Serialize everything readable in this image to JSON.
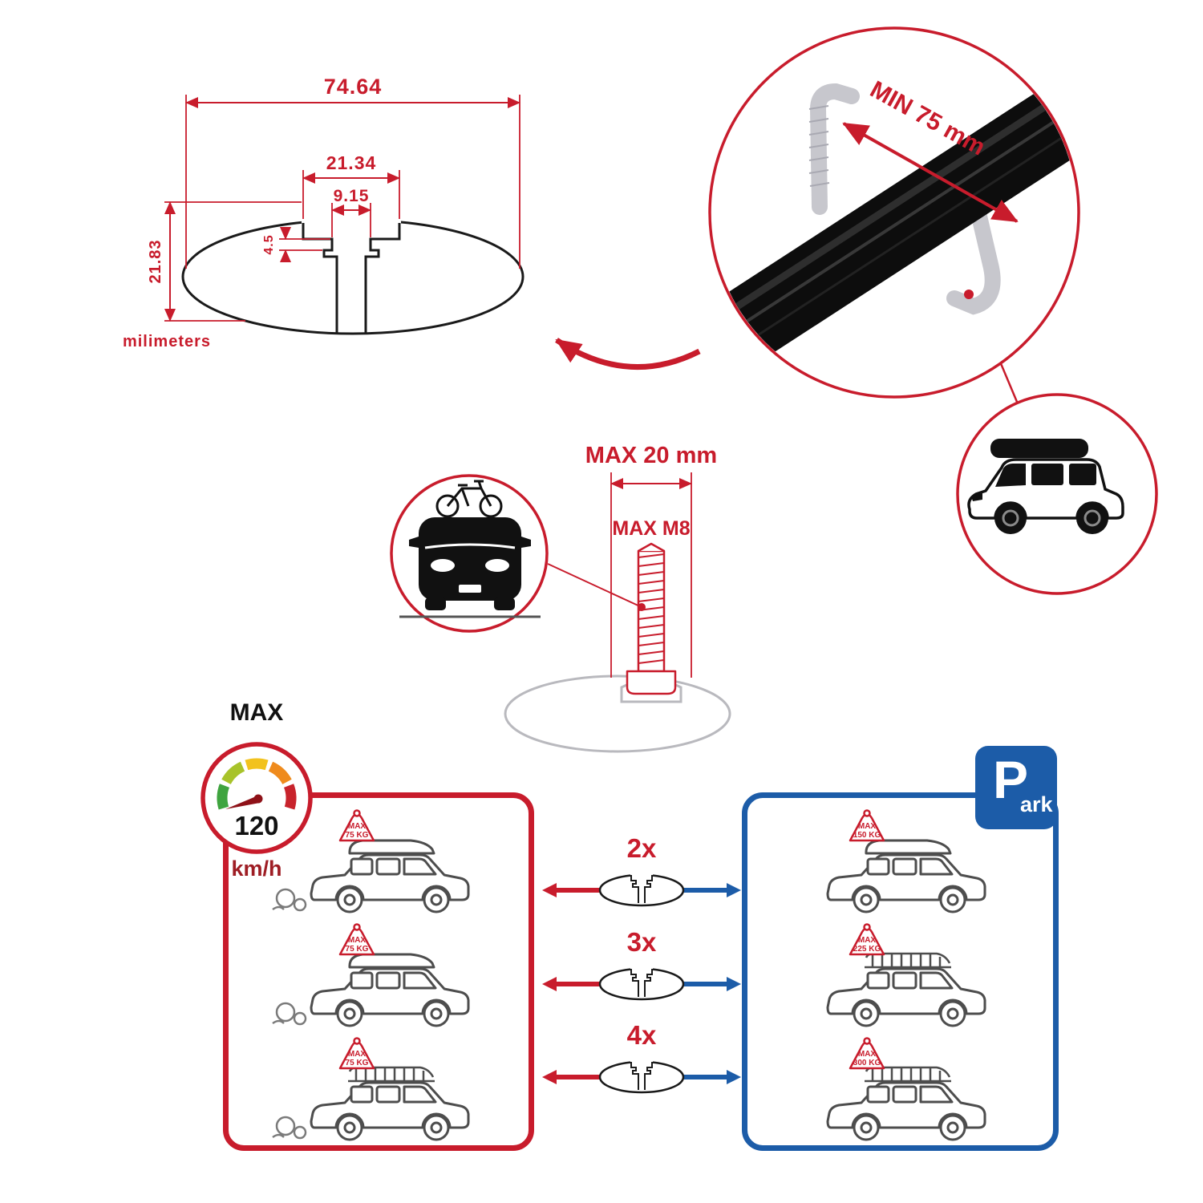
{
  "colors": {
    "accent_red": "#c81c2c",
    "accent_blue": "#1c5ca8"
  },
  "dims": {
    "total_width": "74.64",
    "slot_outer_width": "21.34",
    "slot_inner_width": "9.15",
    "slot_step_depth": "4.5",
    "total_height": "21.83",
    "units_label": "milimeters"
  },
  "crossbar": {
    "min_label": "MIN 75 mm"
  },
  "bolt": {
    "width_label": "MAX 20 mm",
    "thread_label": "MAX M8"
  },
  "speed": {
    "title": "MAX",
    "value": "120",
    "unit": "km/h"
  },
  "driving_cars": [
    {
      "max": "MAX",
      "load": "75 KG"
    },
    {
      "max": "MAX",
      "load": "75 KG"
    },
    {
      "max": "MAX",
      "load": "75 KG"
    }
  ],
  "multipliers": [
    {
      "label": "2x"
    },
    {
      "label": "3x"
    },
    {
      "label": "4x"
    }
  ],
  "parked_cars": [
    {
      "max": "MAX",
      "load": "150 KG"
    },
    {
      "max": "MAX",
      "load": "225 KG"
    },
    {
      "max": "MAX",
      "load": "300 KG"
    }
  ],
  "park_sign": {
    "letter": "P",
    "suffix": "ark"
  }
}
